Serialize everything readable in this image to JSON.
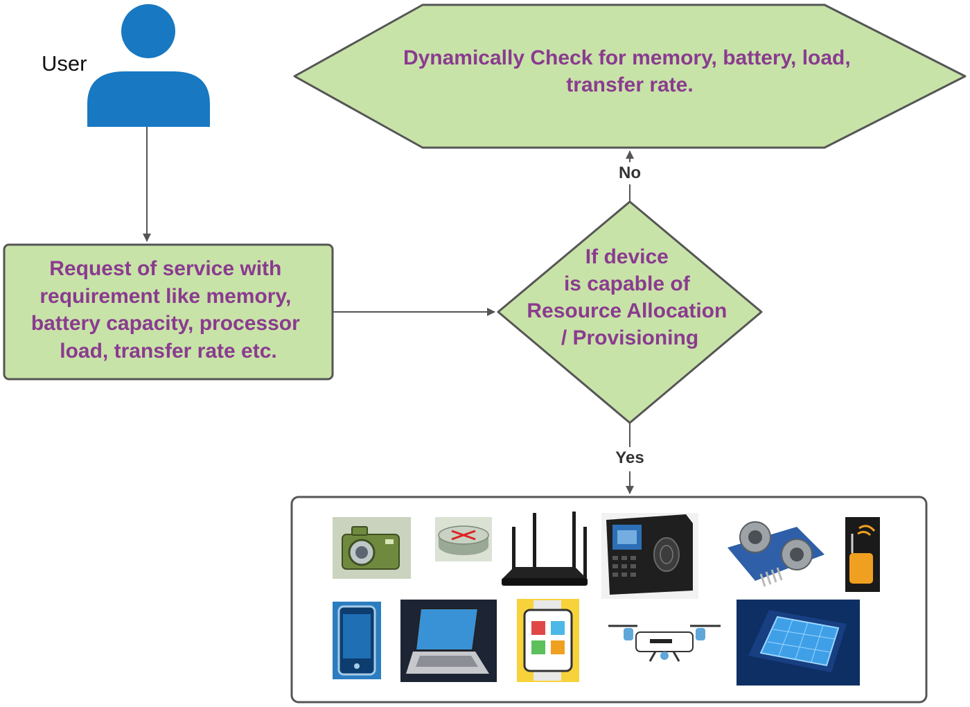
{
  "user": {
    "label": "User"
  },
  "request_box": {
    "lines": [
      "Request of service with",
      "requirement like memory,",
      "battery capacity, processor",
      "load, transfer rate etc."
    ]
  },
  "decision": {
    "lines": [
      "If device",
      "is capable of",
      "Resource Allocation",
      "/ Provisioning"
    ]
  },
  "check_box": {
    "lines": [
      "Dynamically Check for memory, battery, load,",
      "transfer rate."
    ]
  },
  "edges": {
    "no_label": "No",
    "yes_label": "Yes"
  },
  "devices": {
    "row1": [
      "camera-icon",
      "router-icon",
      "wifi-router-icon",
      "biometric-terminal-icon",
      "ultrasonic-sensor-icon",
      "wireless-tag-icon"
    ],
    "row2": [
      "smartphone-icon",
      "laptop-icon",
      "smartwatch-icon",
      "drone-icon",
      "processor-chip-icon"
    ]
  },
  "colors": {
    "fill": "#c8e3a8",
    "stroke": "#555555",
    "text": "#8a3b8f",
    "user": "#1878c2",
    "edge": "#555555"
  }
}
